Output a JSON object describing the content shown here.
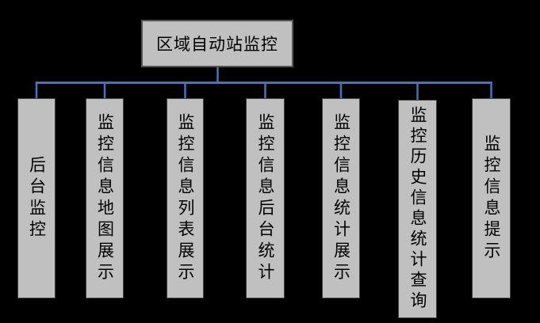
{
  "diagram": {
    "root": {
      "label": "区域自动站监控"
    },
    "children": [
      {
        "label": "后台监控"
      },
      {
        "label": "监控信息地图展示"
      },
      {
        "label": "监控信息列表展示"
      },
      {
        "label": "监控信息后台统计"
      },
      {
        "label": "监控信息统计展示"
      },
      {
        "label": "监控历史信息统计查询"
      },
      {
        "label": "监控信息提示"
      }
    ],
    "colors": {
      "background": "#000000",
      "box_fill": "#c0c0c0",
      "box_border": "#3f3f3f",
      "root_border": "#555555",
      "connector": "#4472c4",
      "text": "#000000"
    }
  }
}
